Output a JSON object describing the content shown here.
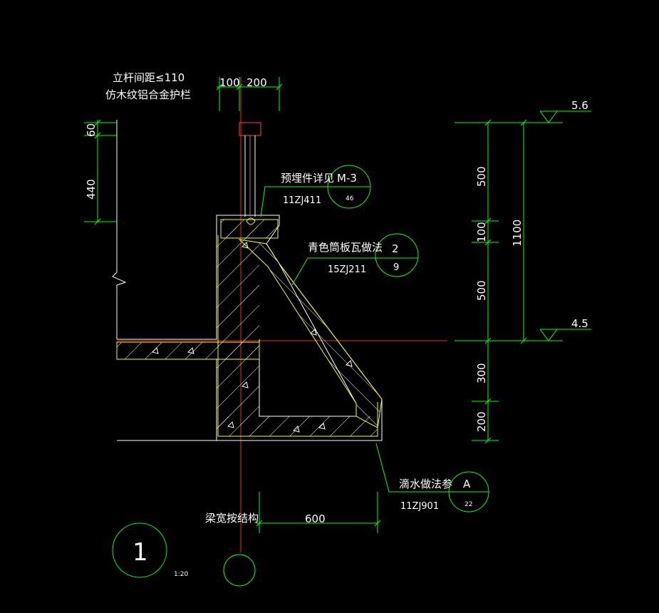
{
  "railing": {
    "line1": "立杆间距≤110",
    "line2": "仿木纹铝合金护栏"
  },
  "dims_top": {
    "a": "100",
    "b": "200"
  },
  "dims_left": {
    "a": "60",
    "b": "440"
  },
  "dims_right": {
    "a": "500",
    "b": "100",
    "c": "500",
    "d": "300",
    "e": "200",
    "total": "1100"
  },
  "levels": {
    "top": "5.6",
    "mid": "4.5"
  },
  "callouts": {
    "embed": {
      "label": "预埋件详见",
      "code": "M-3",
      "page": "46",
      "atlas": "11ZJ411"
    },
    "tile": {
      "label": "青色筒板瓦做法",
      "code": "2",
      "page": "9",
      "atlas": "15ZJ211"
    },
    "drip": {
      "label": "滴水做法参",
      "code": "A",
      "page": "22",
      "atlas": "11ZJ901"
    }
  },
  "beam_note": "梁宽按结构",
  "dim_bottom": "600",
  "detail": {
    "number": "1",
    "scale": "1:20"
  },
  "colors": {
    "background": "#000000",
    "line": "#00ff00",
    "outline": "#ffffff",
    "centerline": "#ff0000",
    "fill": "#ffff00"
  }
}
